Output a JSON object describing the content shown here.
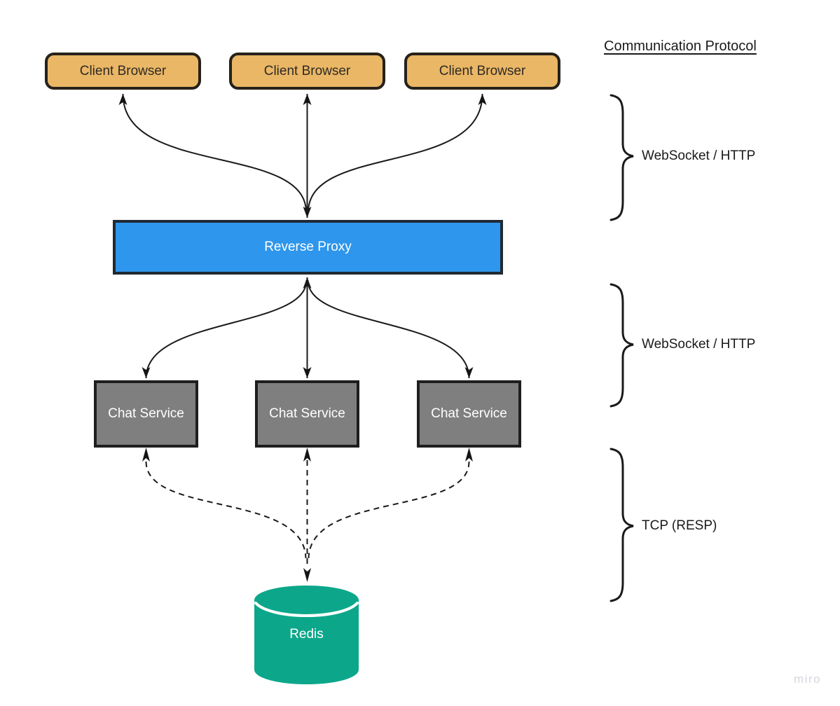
{
  "diagram": {
    "heading": "Communication Protocol",
    "nodes": {
      "client_browsers": [
        "Client Browser",
        "Client Browser",
        "Client Browser"
      ],
      "reverse_proxy": "Reverse Proxy",
      "chat_services": [
        "Chat Service",
        "Chat Service",
        "Chat Service"
      ],
      "redis": "Redis"
    },
    "protocol_labels": [
      "WebSocket / HTTP",
      "WebSocket / HTTP",
      "TCP (RESP)"
    ],
    "colors": {
      "client_browser_fill": "#EAB766",
      "reverse_proxy_fill": "#2E96EC",
      "chat_service_fill": "#7F7F7F",
      "redis_fill": "#0CA78A",
      "connector": "#1A1A1A"
    },
    "watermark": "miro"
  }
}
